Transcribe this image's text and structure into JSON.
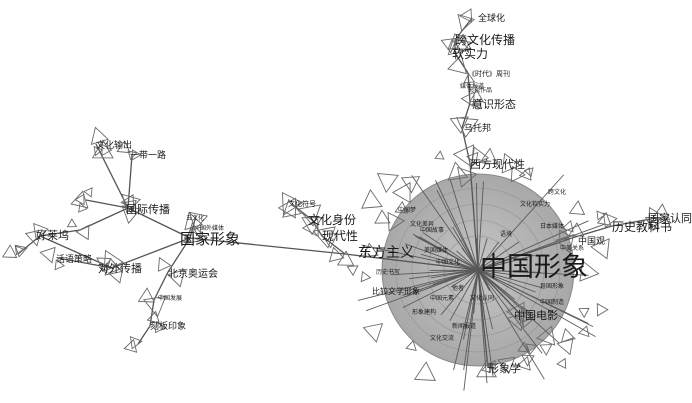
{
  "nodes": [
    {
      "id": "china-image",
      "label": "中国形象",
      "size": "xl"
    },
    {
      "id": "national-image",
      "label": "国家形象",
      "size": "l"
    },
    {
      "id": "orientalism",
      "label": "东方主义",
      "size": "l"
    },
    {
      "id": "cross-cultural",
      "label": "跨文化传播",
      "size": "m"
    },
    {
      "id": "soft-power",
      "label": "软实力",
      "size": "m"
    },
    {
      "id": "ideology",
      "label": "意识形态",
      "size": "m"
    },
    {
      "id": "utopia",
      "label": "乌托邦",
      "size": "s"
    },
    {
      "id": "western-modernity",
      "label": "西方现代性",
      "size": "m"
    },
    {
      "id": "globalization",
      "label": "全球化",
      "size": "s"
    },
    {
      "id": "time-weekly",
      "label": "《时代》周刊",
      "size": "xs"
    },
    {
      "id": "cultural-identity",
      "label": "文化身份",
      "size": "m"
    },
    {
      "id": "modernity",
      "label": "现代性",
      "size": "m"
    },
    {
      "id": "cultural-symbol",
      "label": "文化符号",
      "size": "xs"
    },
    {
      "id": "international-comm",
      "label": "国际传播",
      "size": "m"
    },
    {
      "id": "external-comm",
      "label": "对外传播",
      "size": "m"
    },
    {
      "id": "beijing-olympics",
      "label": "北京奥运会",
      "size": "m"
    },
    {
      "id": "hollywood",
      "label": "好莱坞",
      "size": "m"
    },
    {
      "id": "belt-road",
      "label": "一带一路",
      "size": "s"
    },
    {
      "id": "cultural-export",
      "label": "文化输出",
      "size": "s"
    },
    {
      "id": "stereotype",
      "label": "刻板印象",
      "size": "s"
    },
    {
      "id": "discourse-strategy",
      "label": "话语策略",
      "size": "s"
    },
    {
      "id": "history-textbook",
      "label": "历史教科书",
      "size": "m"
    },
    {
      "id": "national-identity",
      "label": "国家认同",
      "size": "m"
    },
    {
      "id": "china-view",
      "label": "中国观",
      "size": "s"
    },
    {
      "id": "imagology",
      "label": "形象学",
      "size": "m"
    },
    {
      "id": "chinese-films",
      "label": "中国电影",
      "size": "m"
    },
    {
      "id": "cultural-conflict",
      "label": "比较文学形象",
      "size": "s"
    }
  ],
  "small_labels": [
    "中国故事",
    "中国梦",
    "五文化",
    "国外媒体",
    "中国发展",
    "媒体报道",
    "影视作品",
    "日本媒体",
    "中美关系",
    "美国媒体",
    "中国文化",
    "他者",
    "形象建构",
    "新闻报道",
    "文化认同",
    "中国制造",
    "文化交流",
    "历史书写",
    "文化软实力",
    "语境",
    "文化差异",
    "异国形象",
    "中国元素",
    "跨文化"
  ]
}
